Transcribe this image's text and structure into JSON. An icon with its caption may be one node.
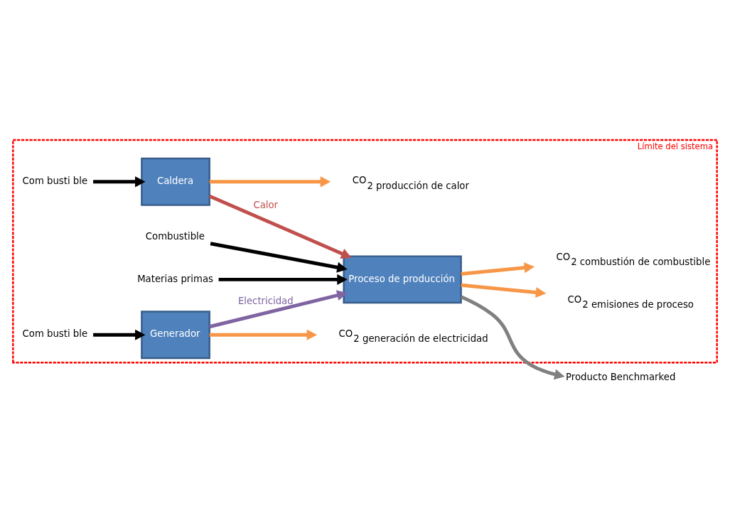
{
  "diagram": {
    "nodes": [
      {
        "text": [
          "Límite del sistema"
        ]
      },
      {
        "text": [
          "Caldera"
        ],
        "in": 0
      },
      {
        "text": [
          "Generador"
        ],
        "in": 0
      },
      {
        "text": [
          "Proceso de producción"
        ],
        "in": 0
      },
      {
        "text": [
          "Com busti ble"
        ],
        "in": 0
      },
      {
        "text": [
          "Com busti ble"
        ],
        "in": 0
      },
      {
        "text": [
          "CO$_{2 producción de calor}$"
        ],
        "in": 0
      },
      {
        "text": [
          "Materias primas"
        ],
        "in": 0
      },
      {
        "text": [
          "CO$_{2 emisiones de proceso}$"
        ],
        "in": 0
      },
      {
        "text": [
          "Producto Benchmarked"
        ]
      },
      {
        "text": [
          "Combustible"
        ],
        "in": 0
      },
      {
        "text": [
          "CO$_{2 combustión de combustible}$"
        ],
        "in": 0
      },
      {
        "text": [
          "CO$_{2 generación de electricidad}$"
        ],
        "in": 0
      }
    ],
    "edges": [
      {
        "from": 4,
        "to": 1,
        "arrow": "to"
      },
      {
        "from": 1,
        "to": 6,
        "arrow": "to",
        "color": "#f79646"
      },
      {
        "from": 5,
        "to": 2,
        "arrow": "to"
      },
      {
        "from": 2,
        "to": 12,
        "arrow": "to",
        "color": "#f79646"
      },
      {
        "from": 1,
        "to": 3,
        "arrow": "to",
        "label": "Calor",
        "color": "#c0504d"
      },
      {
        "from": 2,
        "to": 3,
        "arrow": "to",
        "label": "Electricidad",
        "color": "#8064a2"
      },
      {
        "from": 7,
        "to": 3,
        "arrow": "to"
      },
      {
        "from": 3,
        "to": 8,
        "arrow": "to",
        "color": "#f79646"
      },
      {
        "from": 3,
        "to": 9,
        "arrow": "to",
        "color": "#808080"
      },
      {
        "from": 10,
        "to": 3,
        "arrow": "to"
      },
      {
        "from": 3,
        "to": 11,
        "arrow": "to",
        "color": "#f79646"
      }
    ]
  }
}
